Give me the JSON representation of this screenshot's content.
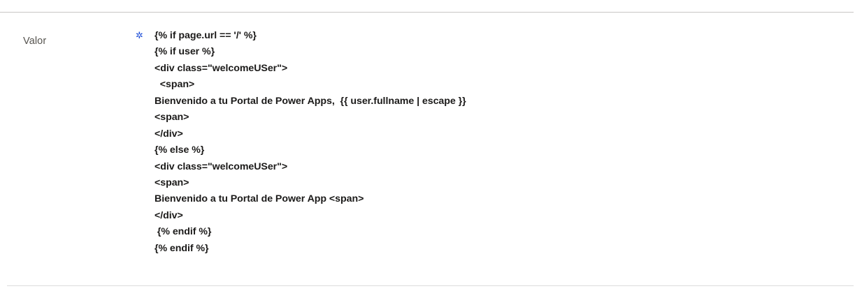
{
  "field": {
    "label": "Valor",
    "required_marker": "✲",
    "required_marker_color": "#1f4fd8"
  },
  "colors": {
    "label_text": "#56544f",
    "value_text": "#1b1a19",
    "divider_top": "#c8c6c4",
    "divider_bottom": "#dcdcdc",
    "background": "#ffffff"
  },
  "value": {
    "lines": [
      "{% if page.url == '/' %}",
      "{% if user %}",
      "<div class=\"welcomeUSer\">",
      "  <span>",
      "Bienvenido a tu Portal de Power Apps,  {{ user.fullname | escape }}",
      "<span>",
      "</div>",
      "{% else %}",
      "<div class=\"welcomeUSer\">",
      "<span>",
      "Bienvenido a tu Portal de Power App <span>",
      "</div>",
      " {% endif %}",
      "{% endif %}"
    ]
  }
}
